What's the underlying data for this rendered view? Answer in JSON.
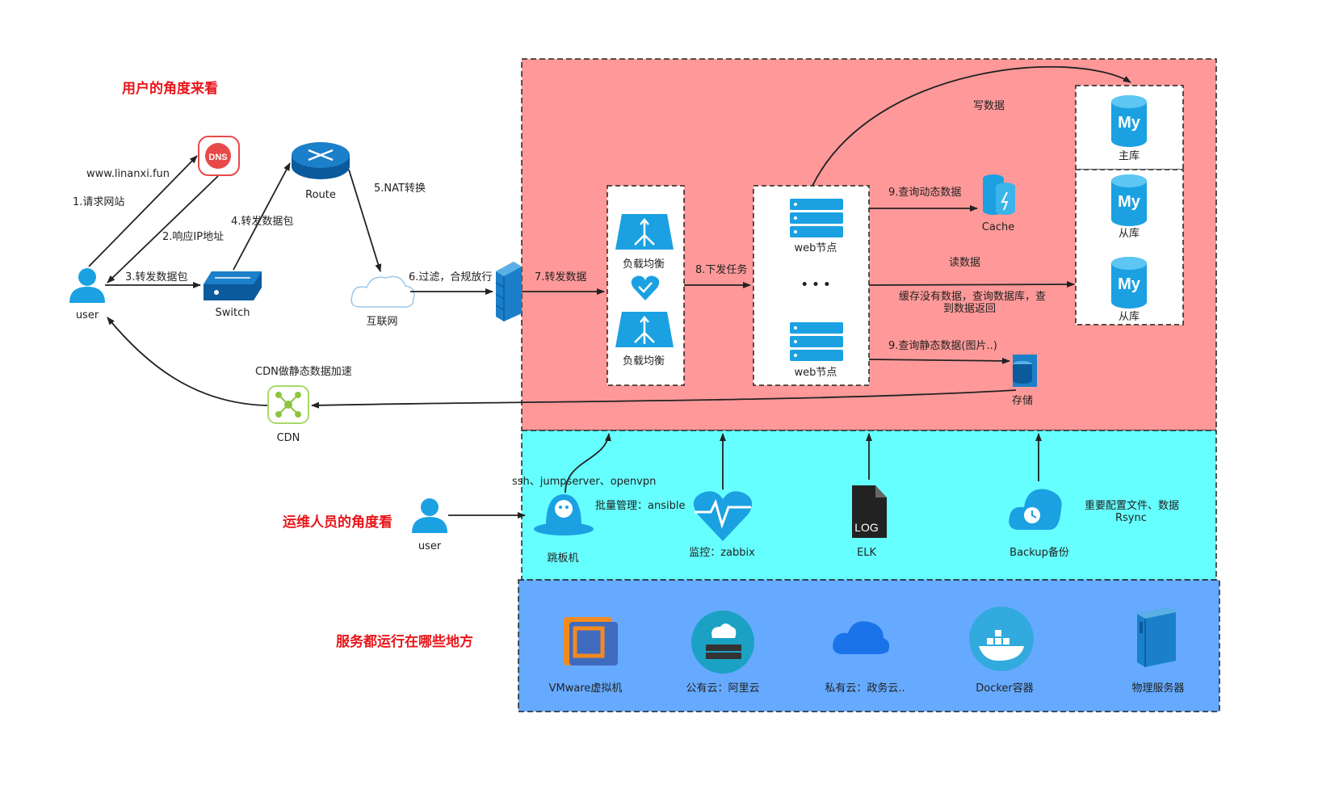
{
  "titles": {
    "user_view": "用户的角度来看",
    "ops_view": "运维人员的角度看",
    "hosting": "服务都运行在哪些地方"
  },
  "colors": {
    "zone_red": "#ff9999",
    "zone_cyan": "#66ffff",
    "zone_blue": "#66aaff",
    "icon_blue": "#1ba1e2",
    "title_red": "#e8161b"
  },
  "nodes": {
    "user": "user",
    "ops_user": "user",
    "dns_domain": "www.linanxi.fun",
    "route": "Route",
    "switch": "Switch",
    "internet": "互联网",
    "cdn": "CDN",
    "lb1": "负载均衡",
    "lb2": "负载均衡",
    "web1": "web节点",
    "web2": "web节点",
    "web_ellipsis": "• • •",
    "cache": "Cache",
    "storage": "存储",
    "db_master": "主库",
    "db_slave1": "从库",
    "db_slave2": "从库",
    "jump": "跳板机",
    "monitor": "监控：zabbix",
    "elk": "ELK",
    "backup": "Backup备份",
    "vmware": "VMware虚拟机",
    "public_cloud": "公有云：阿里云",
    "private_cloud": "私有云：政务云..",
    "docker": "Docker容器",
    "physical": "物理服务器"
  },
  "edges": {
    "e1": "1.请求网站",
    "e2": "2.响应IP地址",
    "e3": "3.转发数据包",
    "e4": "4.转发数据包",
    "e5": "5.NAT转换",
    "e6": "6.过滤，合规放行",
    "e7": "7.转发数据",
    "e8": "8.下发任务",
    "e9a": "9.查询动态数据",
    "e9b": "9.查询静态数据(图片..)",
    "write": "写数据",
    "read": "读数据",
    "miss_line1": "缓存没有数据，查询数据库，查",
    "miss_line2": "到数据返回",
    "cdn_note": "CDN做静态数据加速",
    "ssh": "ssh、jumpserver、openvpn",
    "ansible": "批量管理：ansible",
    "rsync_line1": "重要配置文件、数据",
    "rsync_line2": "Rsync"
  },
  "icons": [
    "dns-icon",
    "router-icon",
    "switch-icon",
    "cloud-icon",
    "firewall-icon",
    "load-balancer-icon",
    "heart-check-icon",
    "server-icon",
    "cache-icon",
    "mysql-icon",
    "storage-icon",
    "cdn-icon",
    "user-icon",
    "jump-server-icon",
    "heartbeat-icon",
    "log-file-icon",
    "cloud-backup-icon",
    "vmware-icon",
    "public-cloud-icon",
    "private-cloud-icon",
    "docker-icon",
    "physical-server-icon"
  ]
}
